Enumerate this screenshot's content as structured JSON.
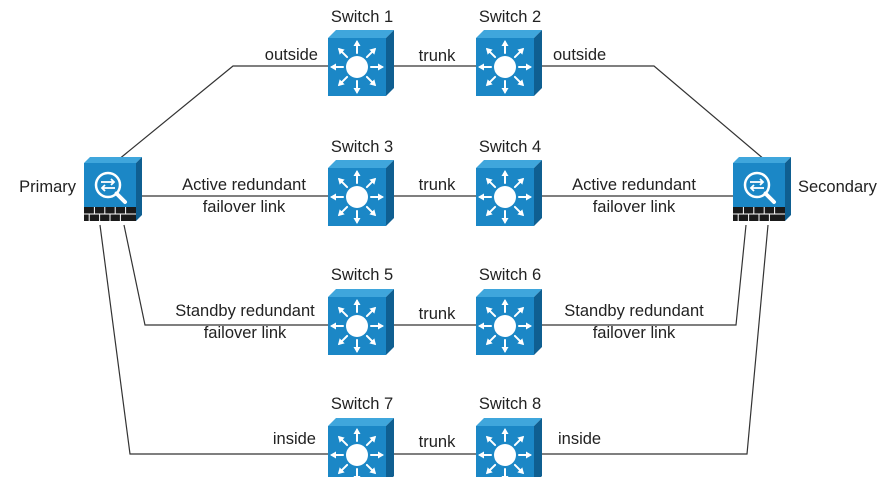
{
  "devices": {
    "primary": {
      "label": "Primary"
    },
    "secondary": {
      "label": "Secondary"
    }
  },
  "switches": [
    {
      "label": "Switch 1"
    },
    {
      "label": "Switch 2"
    },
    {
      "label": "Switch 3"
    },
    {
      "label": "Switch 4"
    },
    {
      "label": "Switch 5"
    },
    {
      "label": "Switch 6"
    },
    {
      "label": "Switch 7"
    },
    {
      "label": "Switch 8"
    }
  ],
  "links": {
    "trunk": "trunk",
    "outside": "outside",
    "inside": "inside",
    "active_line1": "Active redundant",
    "active_line2": "failover link",
    "standby_line1": "Standby redundant",
    "standby_line2": "failover link"
  },
  "colors": {
    "switch_front": "#1b87c6",
    "switch_top": "#3fa6dc",
    "switch_side": "#0f5f91",
    "firewall_body": "#1b87c6",
    "firewall_base": "#1a1a1a",
    "line": "#333333"
  },
  "icons": {
    "switch": "layer3-switch-icon",
    "firewall": "firewall-icon"
  }
}
